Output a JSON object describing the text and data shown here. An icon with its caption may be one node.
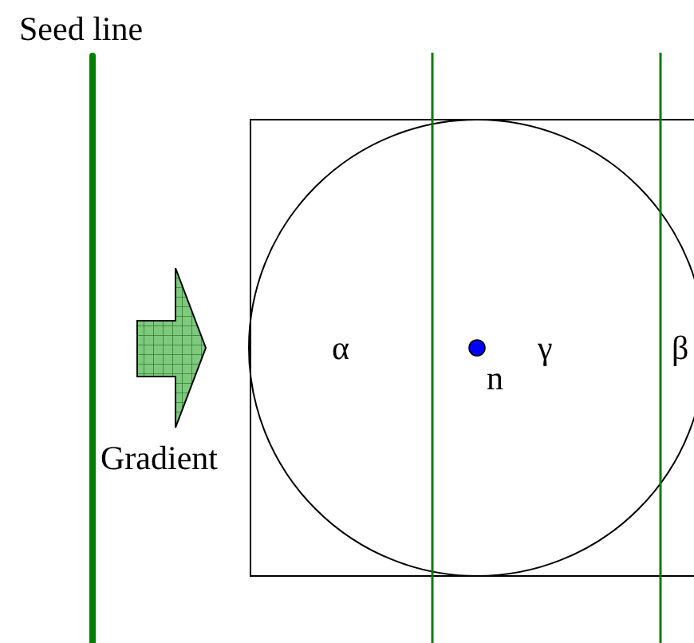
{
  "diagram": {
    "labels": [
      "Seed line",
      "Gradient",
      "α",
      "n",
      "γ",
      "β"
    ]
  }
}
